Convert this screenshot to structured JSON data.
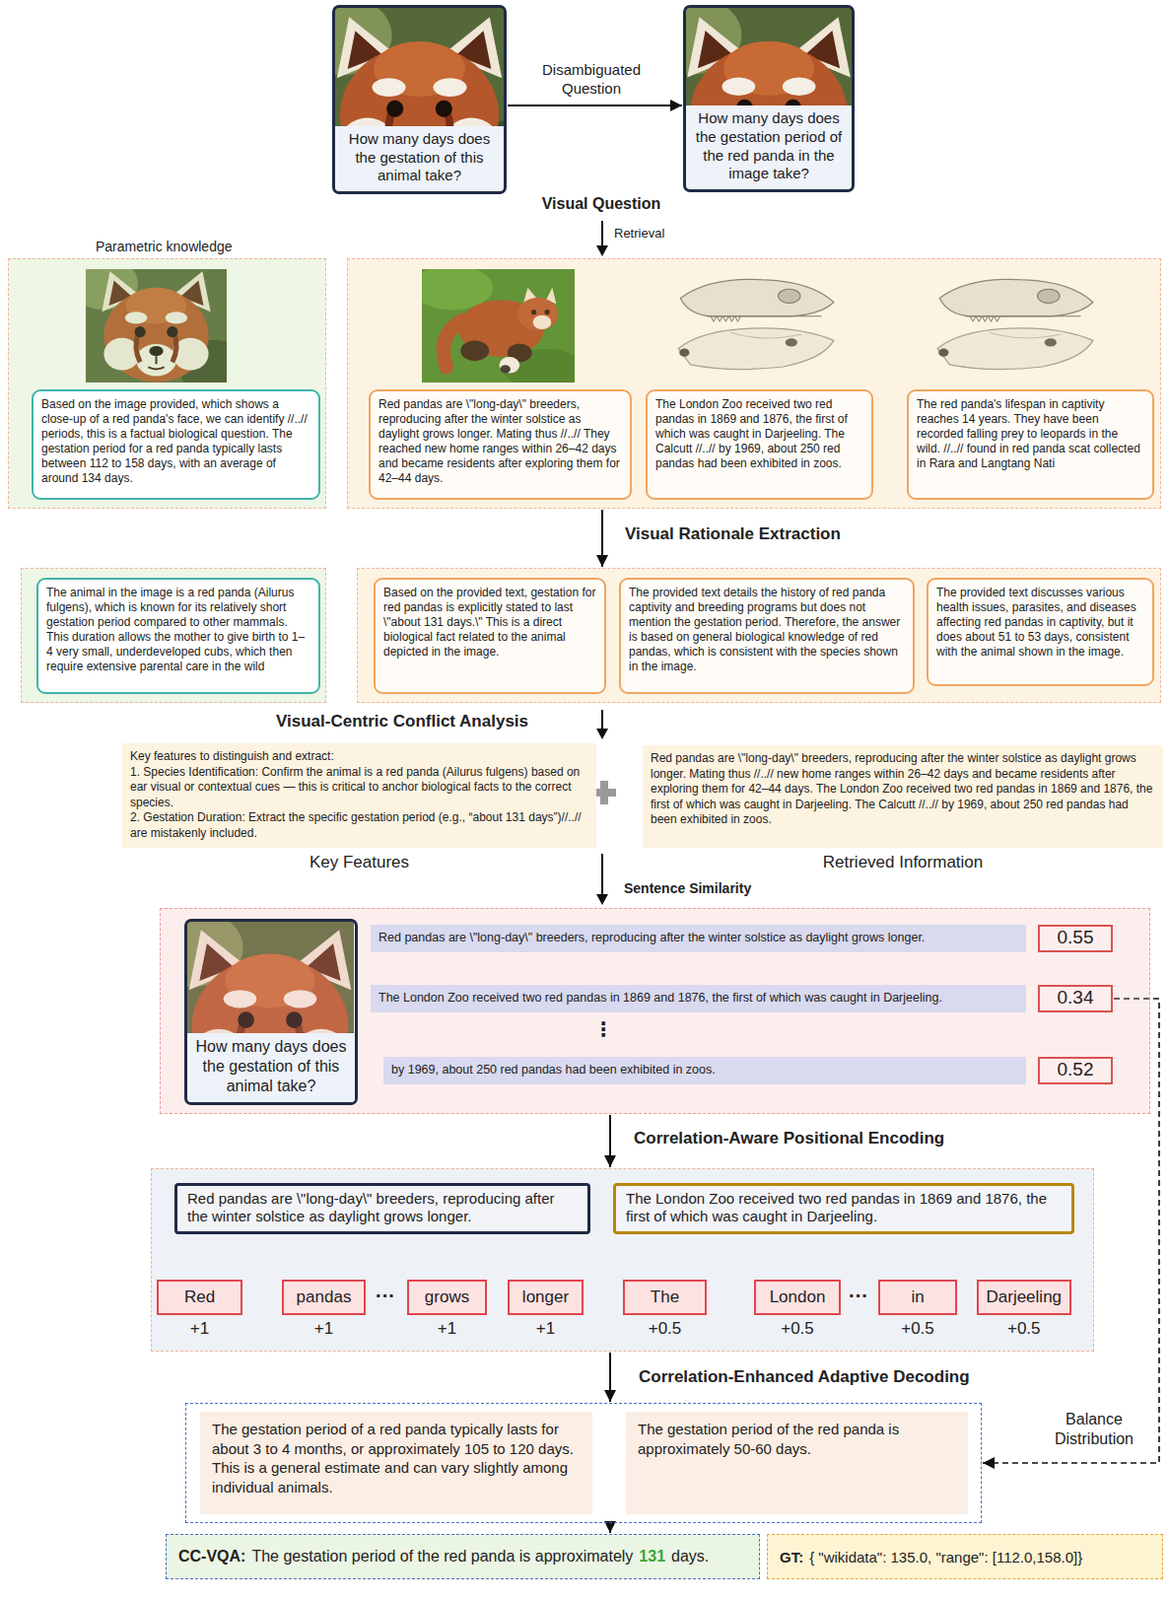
{
  "diagram": {
    "nodes": [
      {
        "text": [
          "How many days does the gestation of this animal take?"
        ]
      },
      {
        "text": [
          "How many days does the gestation period of the red panda in the image take?"
        ]
      },
      {
        "text": [
          "Parametric knowledge"
        ]
      },
      {
        "text": [
          "Based on the image provided, which shows a close-up of a red panda's face, we can identify //..// periods, this is a factual biological question. The gestation period for a red panda typically lasts between 112 to 158 days, with an average of around 134 days."
        ],
        "in": 2
      },
      {
        "text": []
      },
      {
        "text": [
          "Red pandas are \\\"long-day\\\" breeders, reproducing after the winter solstice as daylight grows longer. Mating thus //..// They reached new home ranges within 26–42 days and became residents after exploring them for 42–44 days."
        ],
        "in": 4
      },
      {
        "text": [
          "The London Zoo received two red pandas in 1869 and 1876, the first of which was caught in Darjeeling. The Calcutt //..// by 1969, about 250 red pandas had been exhibited in zoos."
        ],
        "in": 4
      },
      {
        "text": [
          "The red panda's lifespan in captivity reaches 14 years. They have been recorded falling prey to leopards in the wild. //..// found in red panda scat collected in Rara and Langtang Nati"
        ],
        "in": 4
      },
      {
        "text": []
      },
      {
        "text": [
          "The animal in the image is a red panda (Ailurus fulgens), which is known for its relatively short gestation period compared to other mammals. This duration allows the mother to give birth to 1–4 very small, underdeveloped cubs, which then require extensive parental care in the wild"
        ],
        "in": 8
      },
      {
        "text": []
      },
      {
        "text": [
          "Based on the provided text, gestation for red pandas is explicitly stated to last \\\"about 131 days.\\\" This is a direct biological fact related to the animal depicted in the image."
        ],
        "in": 10
      },
      {
        "text": [
          "The provided text details the history of red panda captivity and breeding programs but does not mention the gestation period. Therefore, the answer is based on general biological knowledge of red pandas, which is consistent with the species shown in the image."
        ],
        "in": 10
      },
      {
        "text": [
          "The provided text discusses various health issues, parasites, and diseases affecting red pandas in captivity, but it does about 51 to 53 days, consistent with the animal shown in the image."
        ],
        "in": 10
      },
      {
        "text": [
          "Key features to distinguish and extract:",
          "1. Species Identification: Confirm the animal is a red panda (Ailurus fulgens) based on ear visual or contextual cues — this is critical to anchor biological facts to the correct species.",
          "2. Gestation Duration: Extract the specific gestation period (e.g., “about 131 days”)//..// are mistakenly included.",
          "Key Features"
        ]
      },
      {
        "text": [
          "Red pandas are \\\"long-day\\\" breeders, reproducing after the winter solstice as daylight grows longer. Mating thus //..// new home ranges within 26–42 days and became residents after exploring them for 42–44 days. The London Zoo received two red pandas in 1869 and 1876, the first of which was caught in Darjeeling. The Calcutt //..// by 1969, about 250 red pandas had been exhibited in zoos.",
          "Retrieved Information"
        ]
      },
      {
        "text": []
      },
      {
        "text": [
          "How many days does the gestation of this animal take?"
        ],
        "in": 16
      },
      {
        "text": [
          "Red pandas are \\\"long-day\\\" breeders, reproducing after the winter solstice as daylight grows longer."
        ],
        "in": 16
      },
      {
        "text": [
          "0.55"
        ],
        "in": 16
      },
      {
        "text": [
          "The London Zoo received two red pandas in 1869 and 1876, the first of which was caught in Darjeeling."
        ],
        "in": 16
      },
      {
        "text": [
          "0.34"
        ],
        "in": 16
      },
      {
        "text": [
          "by 1969, about 250 red pandas had been exhibited in zoos."
        ],
        "in": 16
      },
      {
        "text": [
          "0.52"
        ],
        "in": 16
      },
      {
        "text": []
      },
      {
        "text": [
          "Red pandas are \\\"long-day\\\" breeders, reproducing after the winter solstice as daylight grows longer."
        ],
        "in": 24
      },
      {
        "text": [
          "The London Zoo received two red pandas in 1869 and 1876, the first of which was caught in Darjeeling."
        ],
        "in": 24
      },
      {
        "text": [
          "Red",
          "+1"
        ],
        "in": 24
      },
      {
        "text": [
          "pandas",
          "+1"
        ],
        "in": 24
      },
      {
        "text": [
          "grows",
          "+1"
        ],
        "in": 24
      },
      {
        "text": [
          "longer",
          "+1"
        ],
        "in": 24
      },
      {
        "text": [
          "The",
          "+0.5"
        ],
        "in": 24
      },
      {
        "text": [
          "London",
          "+0.5"
        ],
        "in": 24
      },
      {
        "text": [
          "in",
          "+0.5"
        ],
        "in": 24
      },
      {
        "text": [
          "Darjeeling",
          "+0.5"
        ],
        "in": 24
      },
      {
        "text": []
      },
      {
        "text": [
          "The gestation period of a red panda typically lasts for about 3 to 4 months, or approximately 105 to 120 days. This is a general estimate and can vary slightly among individual animals."
        ],
        "in": 35
      },
      {
        "text": [
          "The gestation period of the red panda is approximately 50-60 days."
        ],
        "in": 35
      },
      {
        "text": [
          "CC-VQA:",
          "The gestation period of the red panda is approximately",
          "131",
          "days."
        ]
      },
      {
        "text": [
          "GT:",
          "{ \"wikidata\": 135.0, \"range\": [112.0,158.0]}"
        ]
      }
    ],
    "edges": [
      {
        "from": 0,
        "to": 1,
        "arrow": "to",
        "label": "Disambiguated Question"
      },
      {
        "from": 4,
        "to": 10,
        "arrow": "to",
        "label": "Visual Rationale Extraction"
      },
      {
        "from": 16,
        "to": 24,
        "arrow": "to",
        "label": "Correlation-Aware Positional Encoding"
      },
      {
        "from": 24,
        "to": 35,
        "arrow": "to",
        "label": "Correlation-Enhanced Adaptive Decoding"
      },
      {
        "from": 35,
        "to": 38,
        "arrow": "to"
      },
      {
        "from": 21,
        "to": 35,
        "arrow": "to",
        "label": "Balance Distribution"
      }
    ],
    "labels": [
      "Visual Question",
      "Retrieval",
      "Visual-Centric Conflict Analysis",
      "Sentence Similarity",
      "⋮",
      "···",
      "···"
    ]
  }
}
